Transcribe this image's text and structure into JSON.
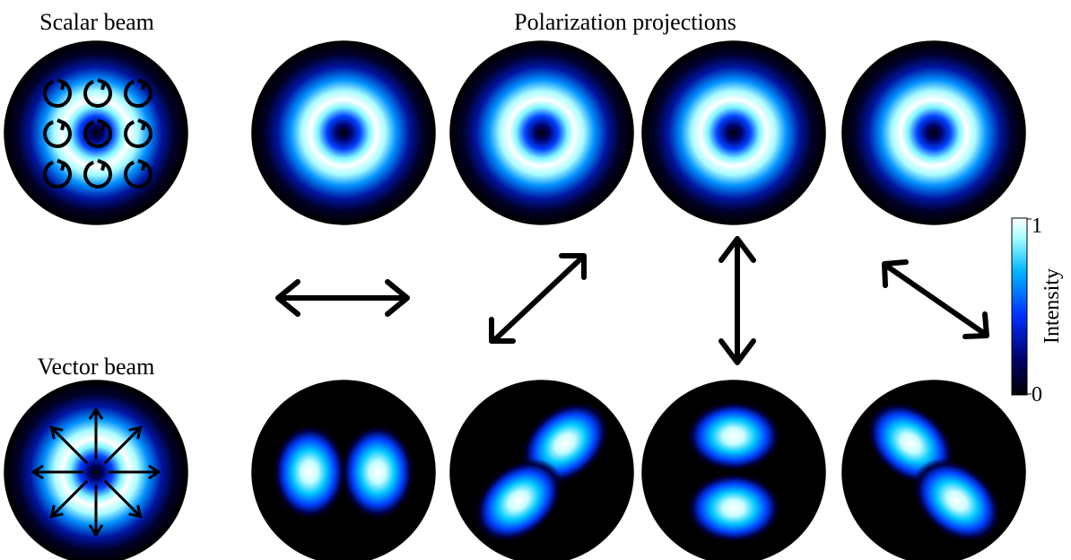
{
  "headers": {
    "scalar_beam": "Scalar beam",
    "polarization_projections": "Polarization projections",
    "vector_beam": "Vector beam"
  },
  "colorbar": {
    "label": "Intensity",
    "max_label": "1",
    "min_label": "0",
    "stops": [
      "#000000",
      "#00006a",
      "#0030ff",
      "#00b7ff",
      "#9ffcff",
      "#ffffff"
    ]
  },
  "projections": [
    {
      "polarizer": "horizontal",
      "scalar": "donut",
      "vector": "two-lobes-horizontal"
    },
    {
      "polarizer": "diagonal",
      "scalar": "donut",
      "vector": "two-lobes-diagonal"
    },
    {
      "polarizer": "vertical",
      "scalar": "donut",
      "vector": "two-lobes-vertical"
    },
    {
      "polarizer": "antidiagonal",
      "scalar": "donut",
      "vector": "two-lobes-antidiagonal"
    }
  ],
  "scalar_beam_marker": "circular-polarization-arrows",
  "vector_beam_marker": "radial-polarization-arrows"
}
